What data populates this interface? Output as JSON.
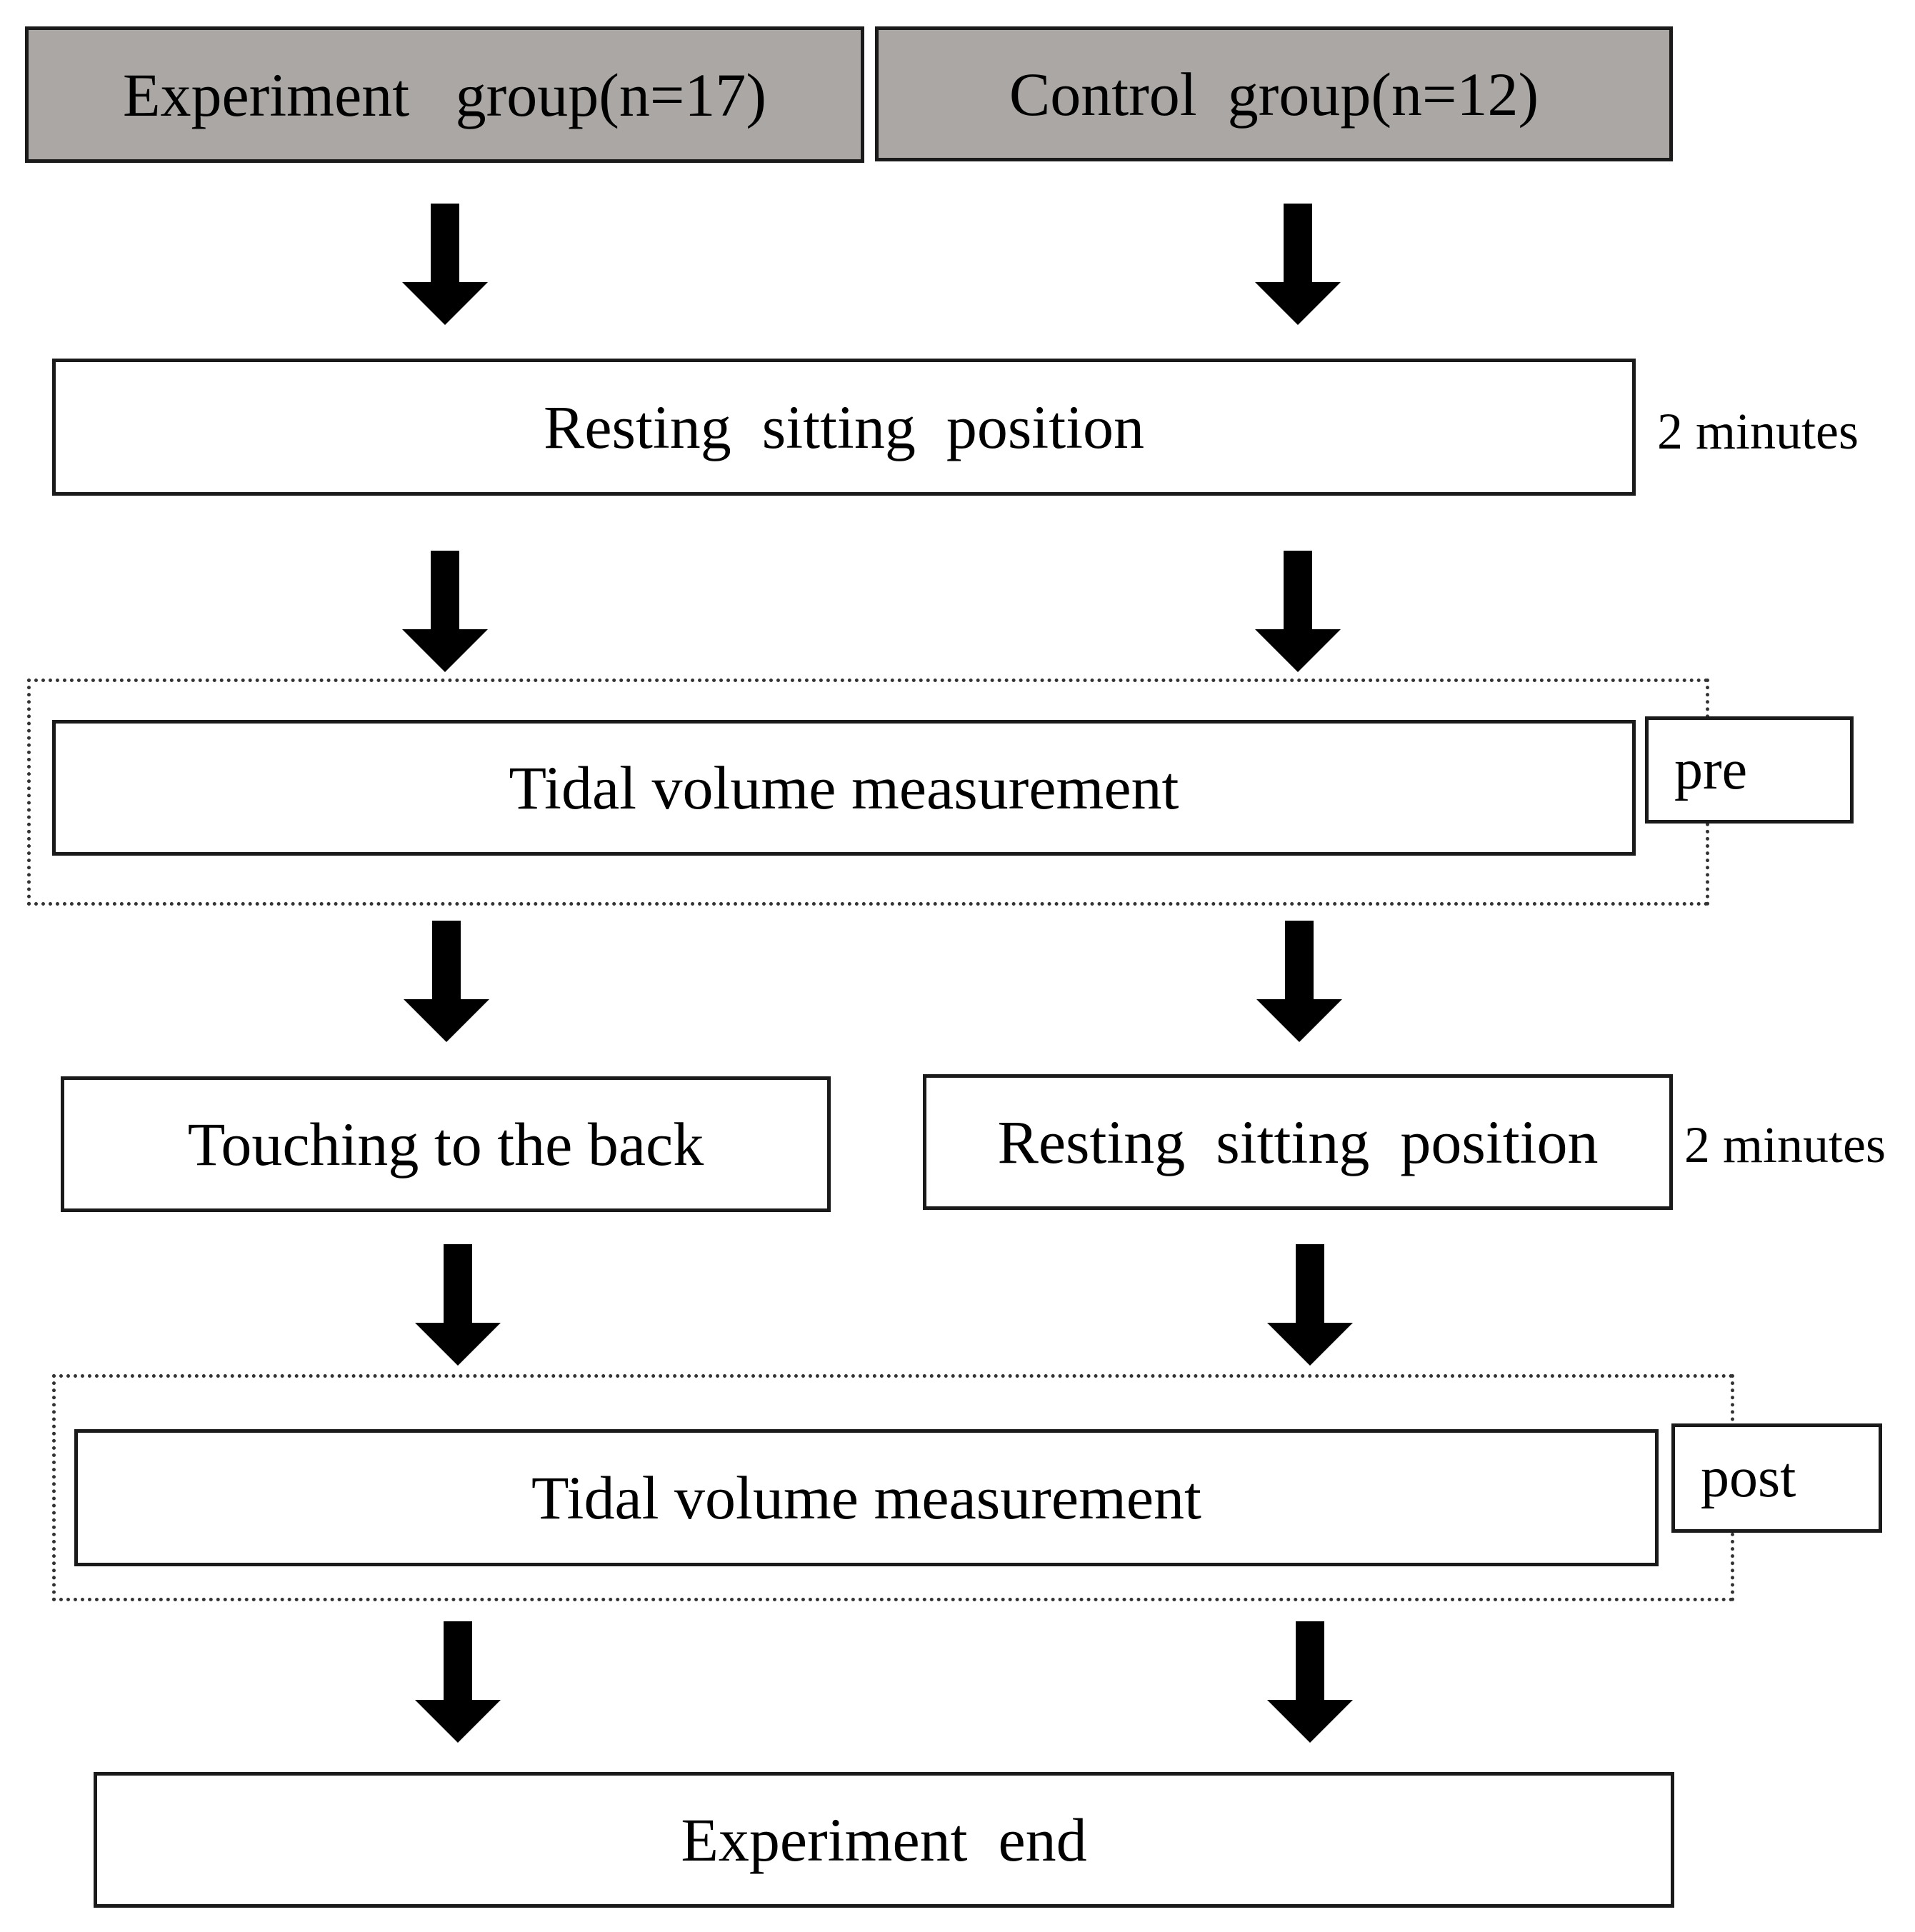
{
  "groups": {
    "experiment": "Experiment   group(n=17)",
    "control": "Control  group(n=12)"
  },
  "steps": {
    "resting_1": "Resting  sitting  position",
    "resting_1_duration": "2 minutes",
    "tidal_pre": "Tidal volume measurement",
    "pre_tag": "pre",
    "touching": "Touching to the back",
    "resting_2": "Resting  sitting  position",
    "resting_2_duration": "2 minutes",
    "tidal_post": "Tidal volume measurement",
    "post_tag": "post",
    "end": "Experiment  end"
  },
  "colors": {
    "group_header_fill": "#aaa7a4",
    "arrow": "#000000"
  },
  "icons": [
    "down-arrow-icon"
  ]
}
